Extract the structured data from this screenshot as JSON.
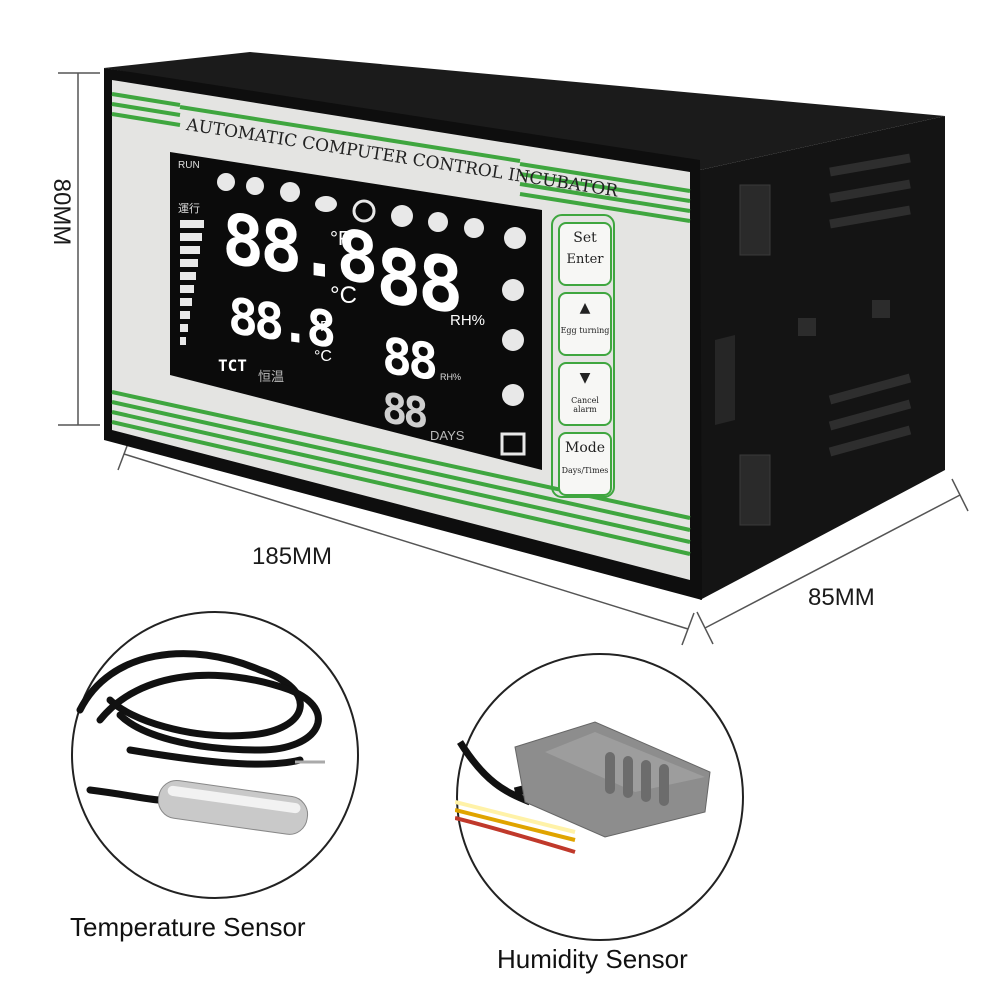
{
  "dimensions": {
    "height": "80MM",
    "width": "185MM",
    "depth": "85MM"
  },
  "panel": {
    "title": "AUTOMATIC COMPUTER CONTROL INCUBATOR",
    "buttons": [
      {
        "top": "Set",
        "bottom": "Enter"
      },
      {
        "top": "▲",
        "bottom": "Egg turning"
      },
      {
        "top": "▼",
        "bottom": "Cancel alarm"
      },
      {
        "top": "Mode",
        "bottom": "Days/Times"
      }
    ]
  },
  "lcd": {
    "run_label": "RUN",
    "run_cn": "運行",
    "temp_main": "88.8",
    "temp_sub": "88.8",
    "unit_f": "°F",
    "unit_c": "°C",
    "humidity_main": "88",
    "humidity_unit": "RH%",
    "humidity_sub": "88",
    "humidity_sub_unit": "RH%",
    "days_value": "88",
    "days_label": "DAYS",
    "tct_label": "TCT",
    "cn_label": "恒温"
  },
  "captions": {
    "temperature": "Temperature Sensor",
    "humidity": "Humidity Sensor"
  },
  "colors": {
    "accent_green": "#3fa63f",
    "lcd_bg": "#0b0b0b",
    "housing": "#111111"
  }
}
